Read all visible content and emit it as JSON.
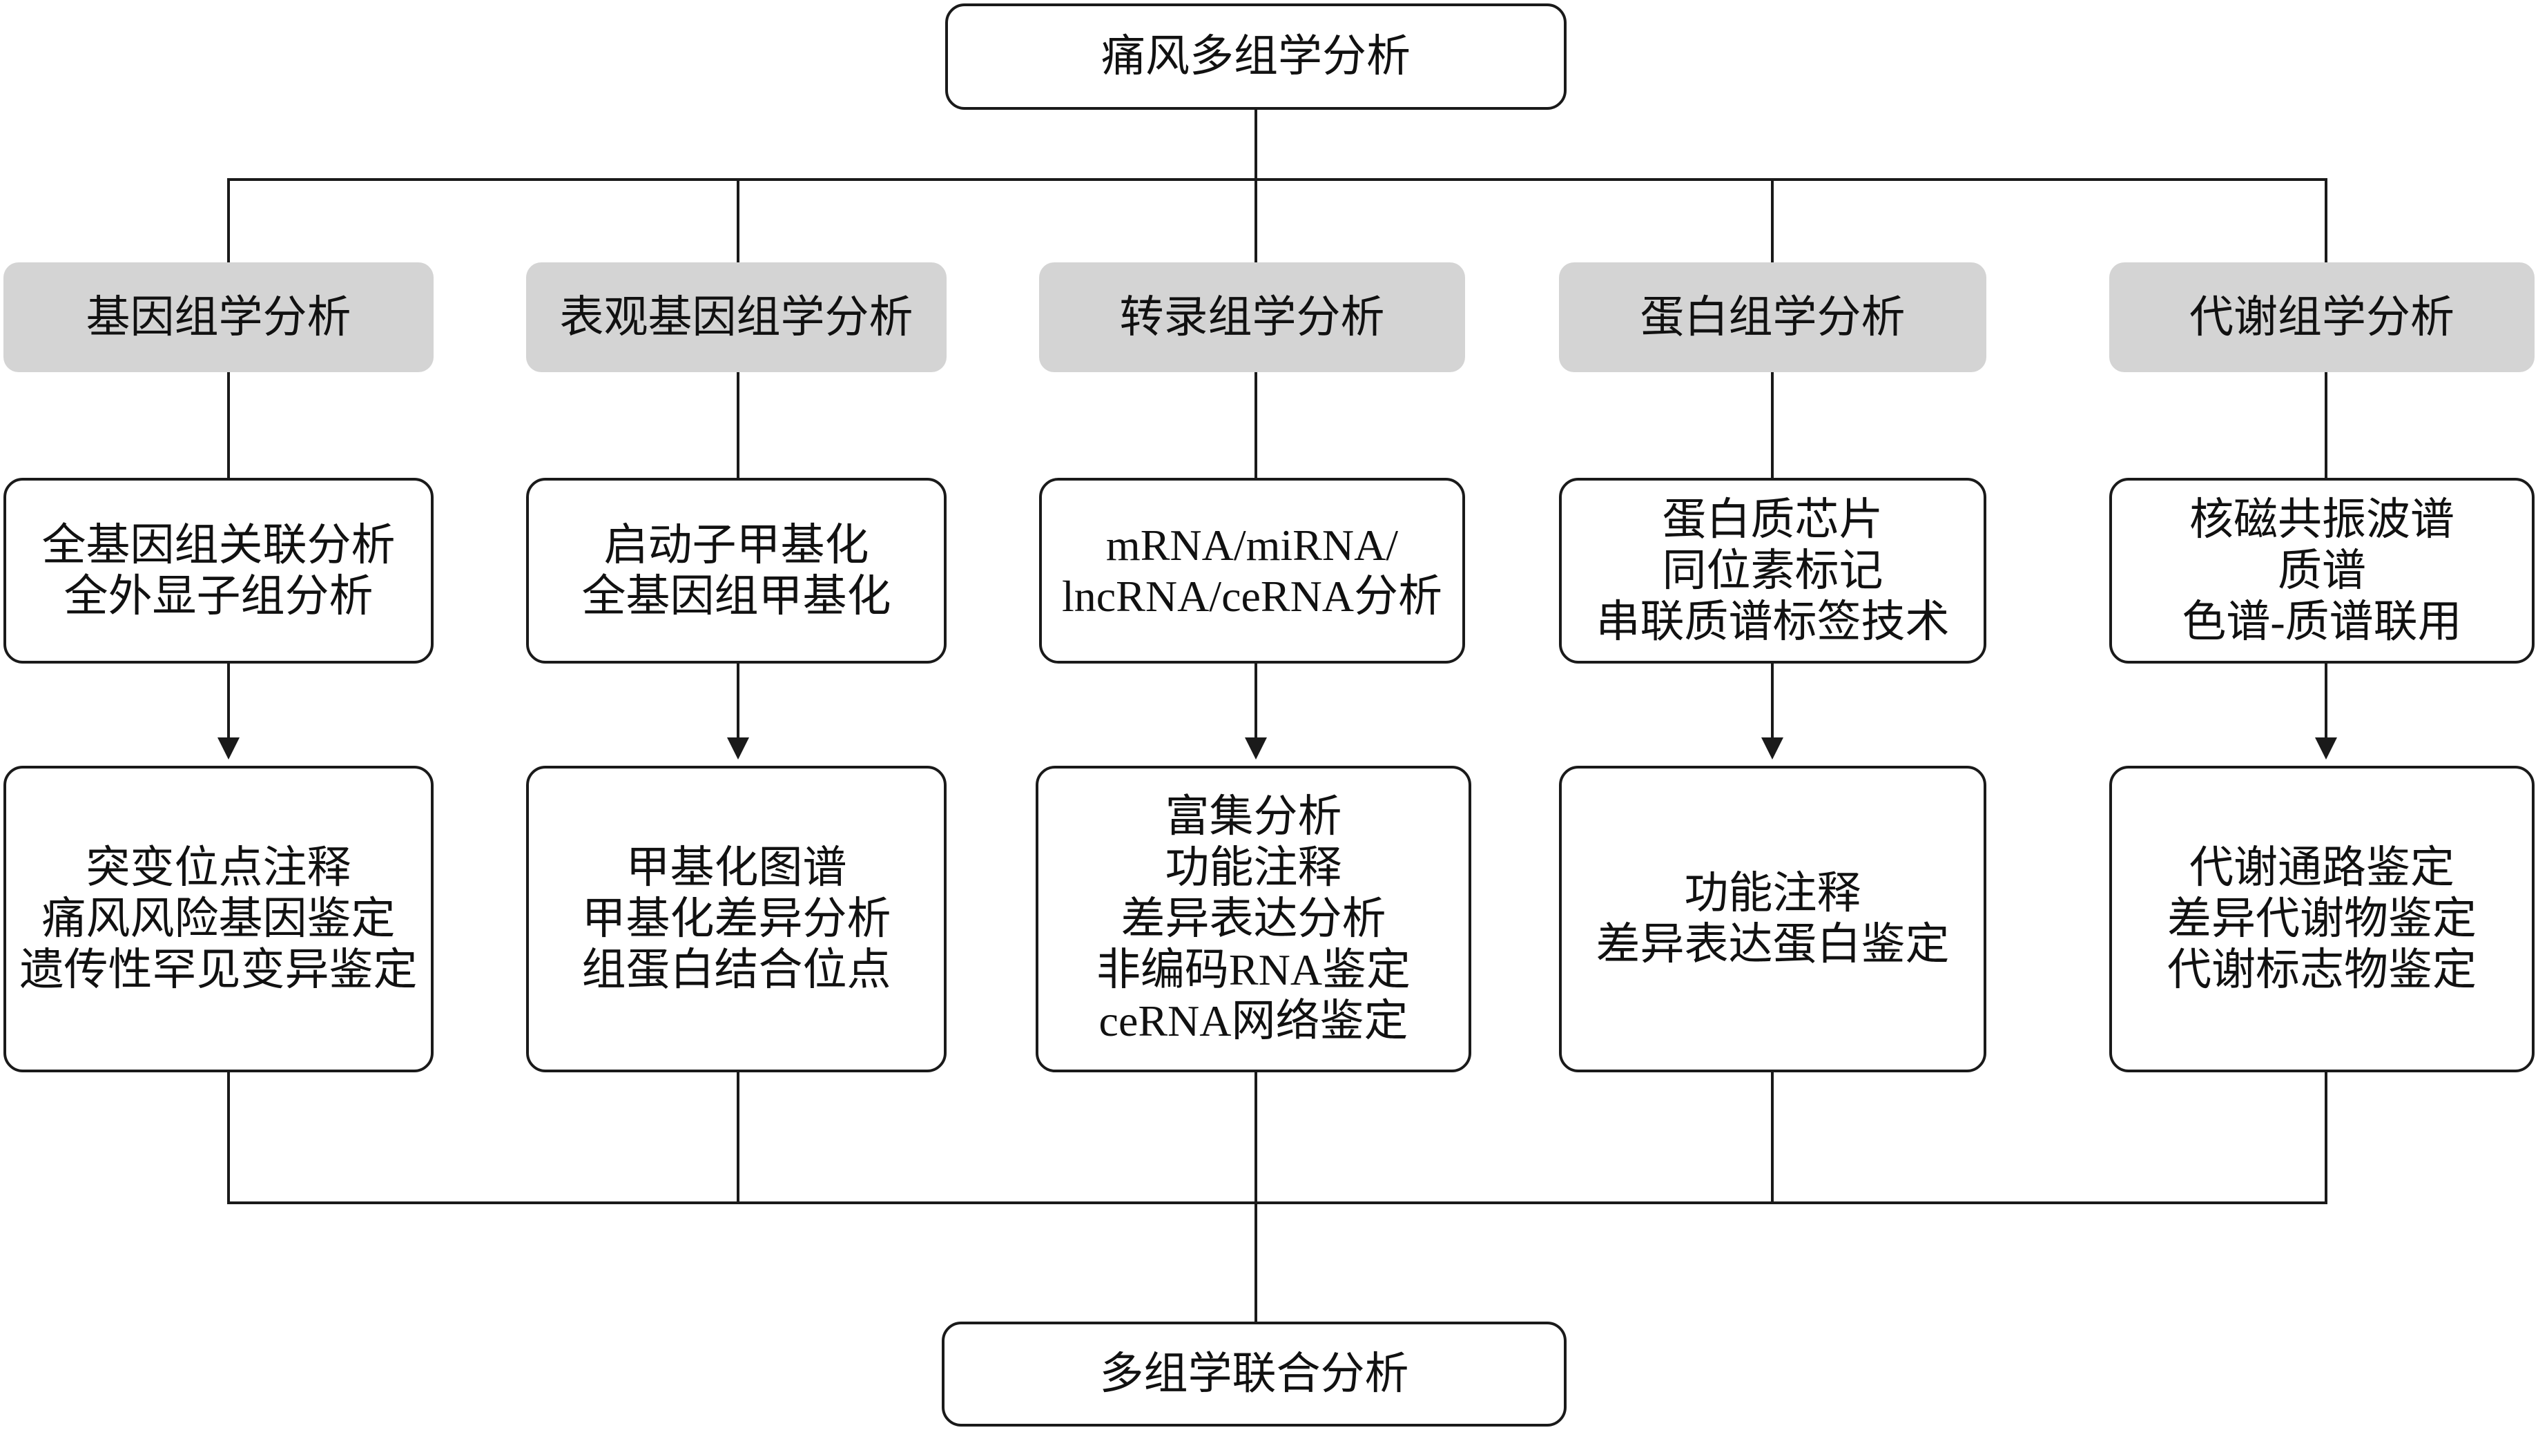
{
  "diagram": {
    "root": "痛风多组学分析",
    "columns": [
      {
        "header": "基因组学分析",
        "methods": [
          "全基因组关联分析",
          "全外显子组分析"
        ],
        "outputs": [
          "突变位点注释",
          "痛风风险基因鉴定",
          "遗传性罕见变异鉴定"
        ]
      },
      {
        "header": "表观基因组学分析",
        "methods": [
          "启动子甲基化",
          "全基因组甲基化"
        ],
        "outputs": [
          "甲基化图谱",
          "甲基化差异分析",
          "组蛋白结合位点"
        ]
      },
      {
        "header": "转录组学分析",
        "methods": [
          "mRNA/miRNA/",
          "lncRNA/ceRNA分析"
        ],
        "outputs": [
          "富集分析",
          "功能注释",
          "差异表达分析",
          "非编码RNA鉴定",
          "ceRNA网络鉴定"
        ]
      },
      {
        "header": "蛋白组学分析",
        "methods": [
          "蛋白质芯片",
          "同位素标记",
          "串联质谱标签技术"
        ],
        "outputs": [
          "功能注释",
          "差异表达蛋白鉴定"
        ]
      },
      {
        "header": "代谢组学分析",
        "methods": [
          "核磁共振波谱",
          "质谱",
          "色谱-质谱联用"
        ],
        "outputs": [
          "代谢通路鉴定",
          "差异代谢物鉴定",
          "代谢标志物鉴定"
        ]
      }
    ],
    "integration": "多组学联合分析"
  },
  "colors": {
    "header_fill": "#d4d4d4",
    "stroke": "#1a1a1a",
    "background": "#ffffff"
  }
}
